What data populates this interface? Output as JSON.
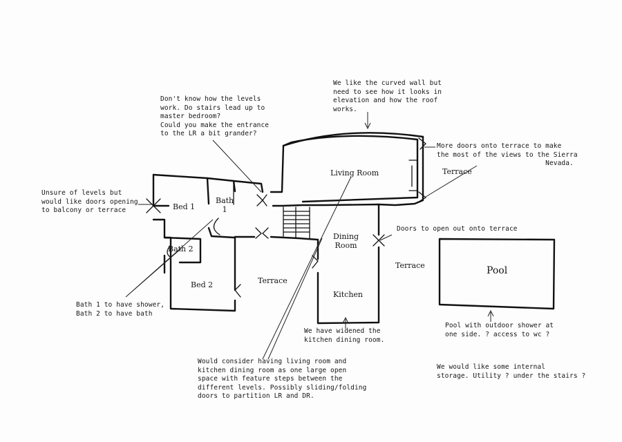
{
  "rooms": {
    "living_room": "Living Room",
    "dining_room": "Dining\nRoom",
    "kitchen": "Kitchen",
    "bed1": "Bed 1",
    "bath1": "Bath\n1",
    "bath2": "Bath 2",
    "bed2": "Bed 2",
    "terrace_west": "Terrace",
    "terrace_east_upper": "Terrace",
    "terrace_east_lower": "Terrace",
    "pool": "Pool"
  },
  "notes": {
    "levels": "Don't know how the levels\nwork. Do stairs lead up to\nmaster bedroom?\nCould you make the entrance\nto the LR a bit grander?",
    "curved_wall": "We like the curved wall but\nneed to see how it looks in\nelevation and how the roof\nworks.",
    "more_doors": "More doors onto terrace to make\nthe most of the views to the Sierra\n                           Nevada.",
    "unsure_levels": "Unsure of levels but\nwould like doors opening\nto balcony or terrace",
    "doors_dining": "Doors to open out onto terrace",
    "bath_note": "Bath 1 to have shower,\nBath 2 to have bath",
    "widened": "We have widened the\nkitchen dining room.",
    "pool_note": "Pool with outdoor shower at\none side. ? access to wc ?",
    "open_space": "Would consider having living room and\nkitchen dining room as one large open\nspace with feature steps between the\ndifferent levels. Possibly sliding/folding\ndoors to partition LR and DR.",
    "storage": "We would like some internal\nstorage. Utility ? under the stairs ?"
  }
}
